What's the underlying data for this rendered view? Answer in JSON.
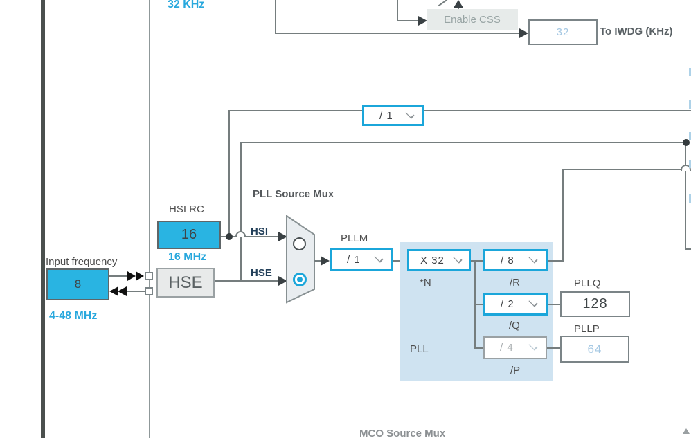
{
  "colors": {
    "accent_cyan_border": "#1ba6da",
    "cyan_box_fill": "#29b4e2",
    "cyan_text": "#29a8dd",
    "disabled_value_text": "#a5c8e3",
    "wire_gray": "#757d7e",
    "pll_block_fill": "#cfe3f1",
    "button_fill": "#e7ebea"
  },
  "top": {
    "lsi_freq_label": "32 KHz",
    "enable_css_button": "Enable CSS",
    "iwdg_value": "32",
    "iwdg_label": "To IWDG (KHz)"
  },
  "hsi": {
    "title": "HSI RC",
    "value": "16",
    "freq_label": "16 MHz",
    "wire_label": "HSI"
  },
  "input_freq": {
    "label": "Input frequency",
    "value": "8",
    "range_label": "4-48 MHz"
  },
  "hse": {
    "box_label": "HSE",
    "wire_label": "HSE"
  },
  "pll_source_mux": {
    "title": "PLL Source Mux"
  },
  "sys_prediv": {
    "value": "/ 1"
  },
  "pllm": {
    "label": "PLLM",
    "value": "/ 1"
  },
  "pll": {
    "block_label": "PLL",
    "n": {
      "value": "X 32",
      "label": "*N"
    },
    "r": {
      "value": "/ 8",
      "label": "/R"
    },
    "q": {
      "value": "/ 2",
      "label": "/Q"
    },
    "p": {
      "value": "/ 4",
      "label": "/P"
    },
    "pllq": {
      "label": "PLLQ",
      "value": "128"
    },
    "pllp": {
      "label": "PLLP",
      "value": "64"
    }
  },
  "bottom": {
    "mco_mux_title": "MCO Source Mux"
  }
}
